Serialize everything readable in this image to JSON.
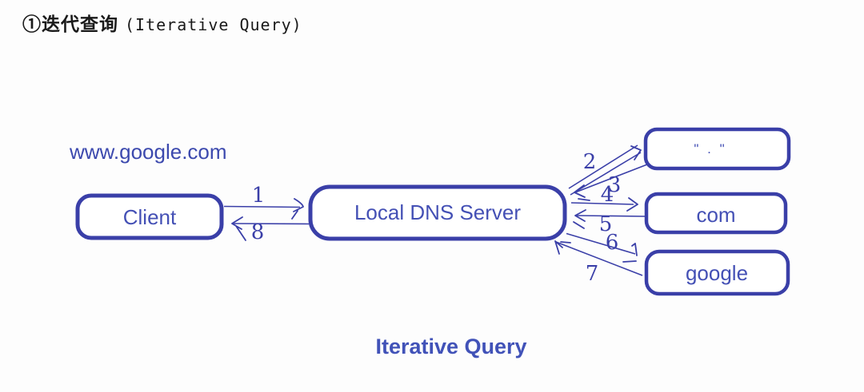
{
  "title": {
    "cn": "①迭代查询",
    "en": "(Iterative Query)"
  },
  "diagram": {
    "query_label": "www.google.com",
    "caption": "Iterative Query",
    "nodes": [
      {
        "id": "client",
        "label": "Client"
      },
      {
        "id": "local-dns-server",
        "label": "Local DNS Server"
      },
      {
        "id": "root-server",
        "label": "\" . \""
      },
      {
        "id": "com-server",
        "label": "com"
      },
      {
        "id": "google-server",
        "label": "google"
      }
    ],
    "arrows": [
      {
        "num": "1",
        "from": "Client",
        "to": "Local DNS Server"
      },
      {
        "num": "2",
        "from": "Local DNS Server",
        "to": "\" . \""
      },
      {
        "num": "3",
        "from": "\" . \"",
        "to": "Local DNS Server"
      },
      {
        "num": "4",
        "from": "Local DNS Server",
        "to": "com"
      },
      {
        "num": "5",
        "from": "com",
        "to": "Local DNS Server"
      },
      {
        "num": "6",
        "from": "Local DNS Server",
        "to": "google"
      },
      {
        "num": "7",
        "from": "google",
        "to": "Local DNS Server"
      },
      {
        "num": "8",
        "from": "Local DNS Server",
        "to": "Client"
      }
    ]
  },
  "colors": {
    "ink": "#3a3fa8",
    "node_text": "#4450b5",
    "caption": "#4152b8",
    "query_text": "#3c49ae",
    "title_text": "#1a1a1a",
    "background": "#fdfdfd"
  }
}
